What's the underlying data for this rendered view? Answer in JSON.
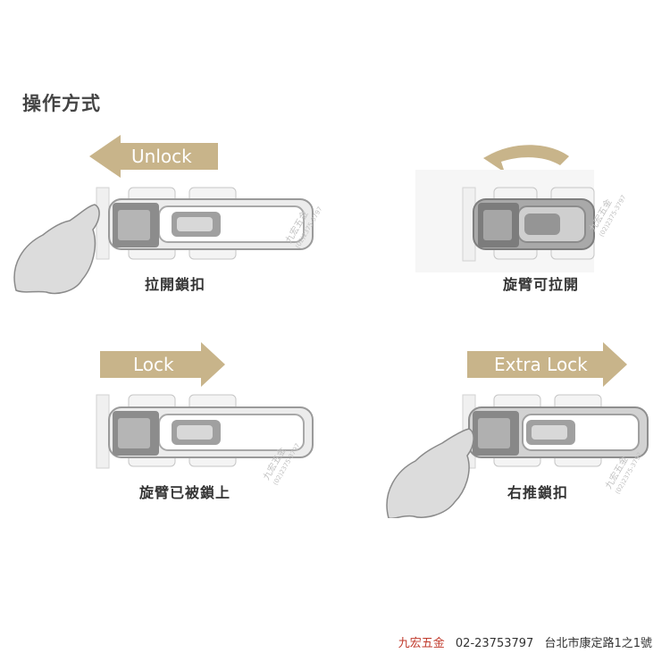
{
  "page": {
    "title": "操作方式"
  },
  "panels": [
    {
      "arrow_label": "Unlock",
      "caption": "拉開鎖扣"
    },
    {
      "arrow_label": "",
      "caption": "旋臂可拉開"
    },
    {
      "arrow_label": "Lock",
      "caption": "旋臂已被鎖上"
    },
    {
      "arrow_label": "Extra Lock",
      "caption": "右推鎖扣"
    }
  ],
  "watermark": {
    "name": "九宏五金",
    "phone": "(02)2375-3797"
  },
  "footer": {
    "shop_name": "九宏五金",
    "phone": "02-23753797",
    "address": "台北市康定路1之1號"
  },
  "colors": {
    "arrow_fill": "#c8b48a",
    "arrow_text": "#ffffff",
    "hand_fill": "#dcdcdc",
    "hand_stroke": "#8a8a8a",
    "metal_dark": "#8c8c8c",
    "metal_light": "#d8d8d8",
    "bracket_fill": "#f4f4f4",
    "bracket_stroke": "#c6c6c6",
    "shop_red": "#c0392b"
  },
  "icons": {
    "lock_body": "door-guard-lock-icon",
    "hand": "hand-pushing-icon",
    "rotate_arrow": "curved-arrow-left-icon"
  }
}
